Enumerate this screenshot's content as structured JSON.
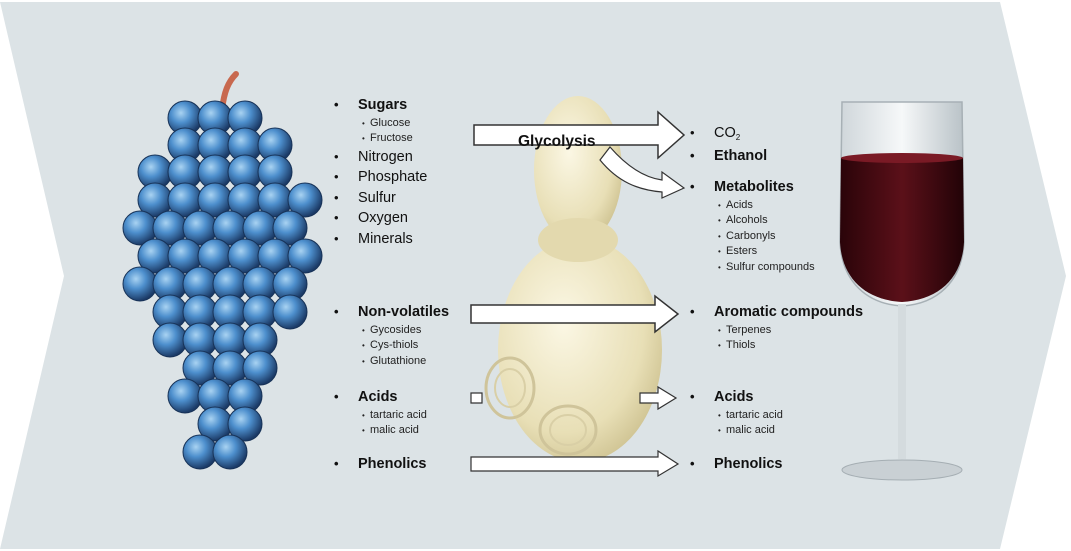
{
  "inputs": [
    {
      "label": "Sugars",
      "bold": true,
      "subitems": [
        "Glucose",
        "Fructose"
      ]
    },
    {
      "label": "Nitrogen",
      "bold": false
    },
    {
      "label": "Phosphate",
      "bold": false
    },
    {
      "label": "Sulfur",
      "bold": false
    },
    {
      "label": "Oxygen",
      "bold": false
    },
    {
      "label": "Minerals",
      "bold": false
    }
  ],
  "nonvolatiles": {
    "label": "Non-volatiles",
    "subitems": [
      "Gycosides",
      "Cys-thiols",
      "Glutathione"
    ]
  },
  "acids_in": {
    "label": "Acids",
    "subitems": [
      "tartaric acid",
      "malic acid"
    ]
  },
  "phenolics_in": {
    "label": "Phenolics"
  },
  "process": {
    "glycolysis": "Glycolysis"
  },
  "outputs": {
    "co2": {
      "main": "CO",
      "subscript": "2"
    },
    "ethanol": "Ethanol",
    "metabolites": {
      "label": "Metabolites",
      "subitems": [
        "Acids",
        "Alcohols",
        "Carbonyls",
        "Esters",
        "Sulfur compounds"
      ]
    },
    "aromatic": {
      "label": "Aromatic compounds",
      "subitems": [
        "Terpenes",
        "Thiols"
      ]
    },
    "acids_out": {
      "label": "Acids",
      "subitems": [
        "tartaric acid",
        "malic acid"
      ]
    },
    "phenolics_out": "Phenolics"
  },
  "colors": {
    "background_chevron": "#dce3e6",
    "grape": "#3d7fbf",
    "yeast": "#ebe3bd",
    "wine": "#4a0d14",
    "arrow_fill": "#ffffff",
    "arrow_stroke": "#333333"
  },
  "icons": [
    "grape-cluster-illustration",
    "yeast-cell-illustration",
    "wine-glass-illustration"
  ]
}
